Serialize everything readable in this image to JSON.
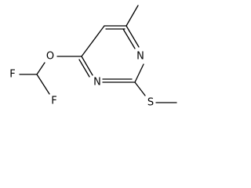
{
  "molecule": {
    "atoms": {
      "o_ether": "O",
      "f_top": "F",
      "f_bottom": "F",
      "n_ring_top": "N",
      "n_ring_bottom": "N",
      "s_thio": "S"
    },
    "colors": {
      "bond": "#000000",
      "label": "#000000",
      "background": "#ffffff"
    }
  }
}
